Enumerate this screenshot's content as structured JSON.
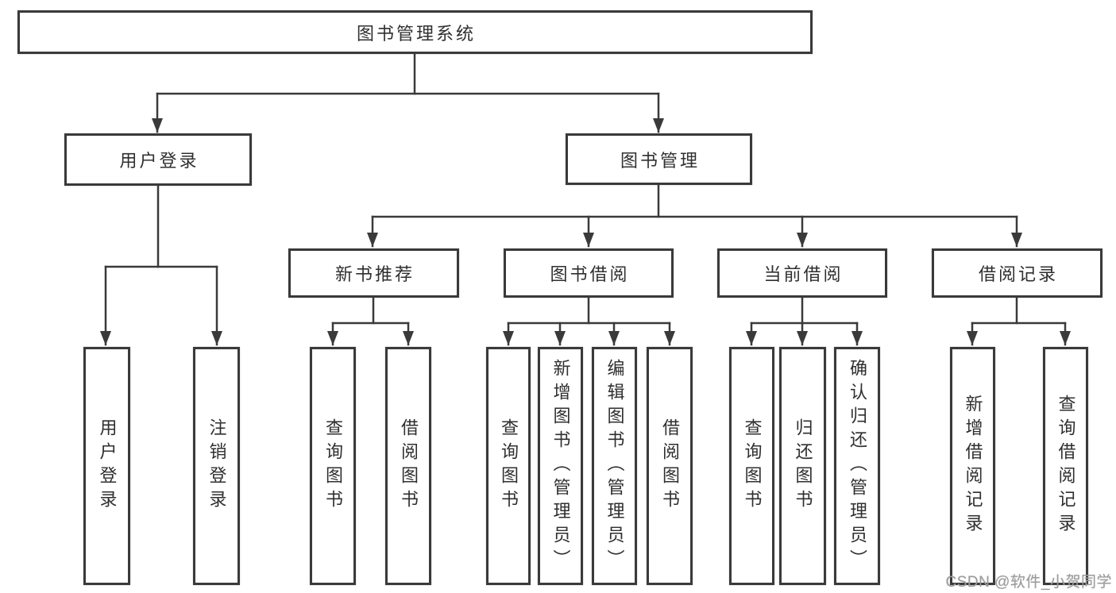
{
  "diagram": {
    "root": {
      "label": "图书管理系统"
    },
    "branches": [
      {
        "label": "用户登录",
        "children": [
          {
            "label": "用户登录"
          },
          {
            "label": "注销登录"
          }
        ]
      },
      {
        "label": "图书管理",
        "children": [
          {
            "label": "新书推荐",
            "children": [
              {
                "label": "查询图书"
              },
              {
                "label": "借阅图书"
              }
            ]
          },
          {
            "label": "图书借阅",
            "children": [
              {
                "label": "查询图书"
              },
              {
                "label": "新增图书（管理员）"
              },
              {
                "label": "编辑图书（管理员）"
              },
              {
                "label": "借阅图书"
              }
            ]
          },
          {
            "label": "当前借阅",
            "children": [
              {
                "label": "查询图书"
              },
              {
                "label": "归还图书"
              },
              {
                "label": "确认归还（管理员）"
              }
            ]
          },
          {
            "label": "借阅记录",
            "children": [
              {
                "label": "新增借阅记录"
              },
              {
                "label": "查询借阅记录"
              }
            ]
          }
        ]
      }
    ]
  },
  "watermark": {
    "text": "CSDN @软件_小贺同学"
  },
  "colors": {
    "line": "#3a3a3a",
    "border": "#3a3a3a",
    "text": "#2f2f2f",
    "watermark": "#9c9c9c",
    "background": "#ffffff"
  }
}
